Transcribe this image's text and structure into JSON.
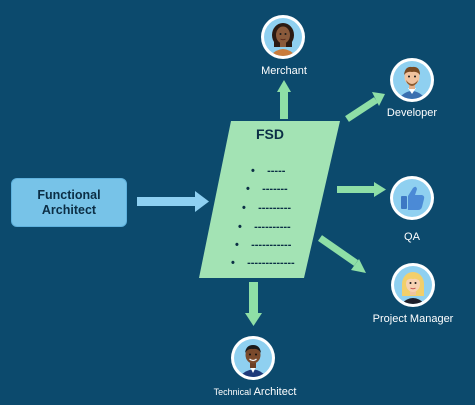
{
  "diagram": {
    "input": {
      "line1": "Functional",
      "line2": "Architect"
    },
    "document": {
      "title": "FSD",
      "lines": [
        "-----",
        "-------",
        "---------",
        "----------",
        "-----------",
        "-------------"
      ]
    },
    "roles": {
      "merchant": "Merchant",
      "developer": "Developer",
      "qa": "QA",
      "project_manager": "Project Manager",
      "technical_prefix": "Technical",
      "technical_suffix": "Architect"
    },
    "colors": {
      "background": "#0c4a6d",
      "box": "#77c3e8",
      "document": "#a3e3b4",
      "arrow_green": "#8fdfa6",
      "arrow_blue": "#8ed0f2"
    },
    "icons": {
      "merchant": "woman-avatar-icon",
      "developer": "man-avatar-icon",
      "qa": "thumbs-up-icon",
      "project_manager": "blonde-woman-avatar-icon",
      "technical_architect": "man-avatar-icon"
    }
  }
}
